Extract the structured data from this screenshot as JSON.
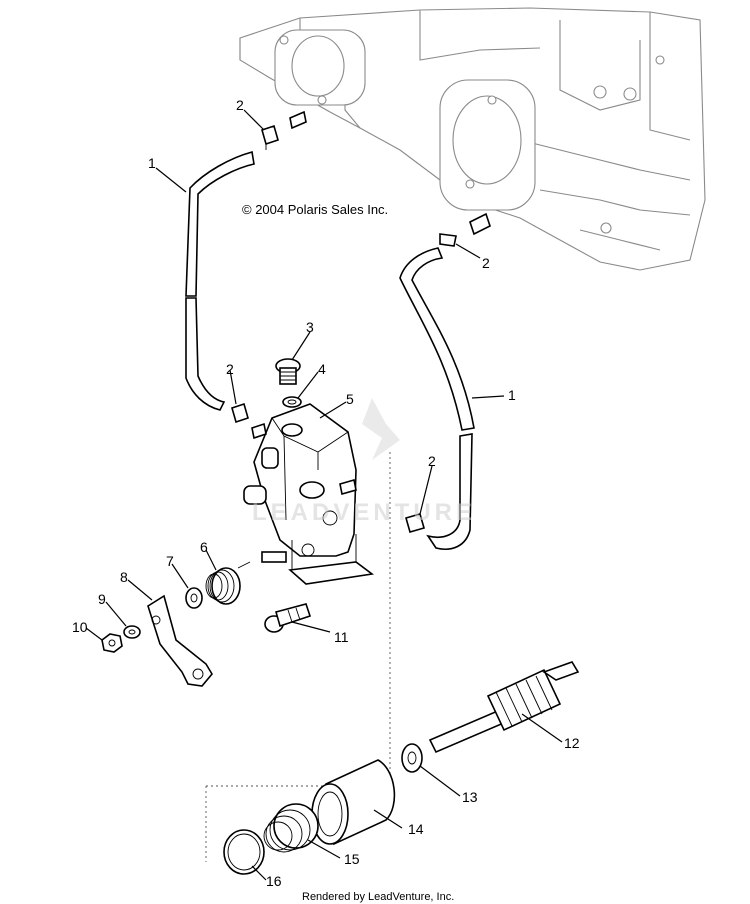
{
  "copyright": "© 2004 Polaris Sales Inc.",
  "rendered_by": "Rendered by LeadVenture, Inc.",
  "watermark": "LEADVENTURE",
  "callouts": {
    "c1a": "1",
    "c1b": "1",
    "c2a": "2",
    "c2b": "2",
    "c2c": "2",
    "c2d": "2",
    "c3": "3",
    "c4": "4",
    "c5": "5",
    "c6": "6",
    "c7": "7",
    "c8": "8",
    "c9": "9",
    "c10": "10",
    "c11": "11",
    "c12": "12",
    "c13": "13",
    "c14": "14",
    "c15": "15",
    "c16": "16"
  }
}
